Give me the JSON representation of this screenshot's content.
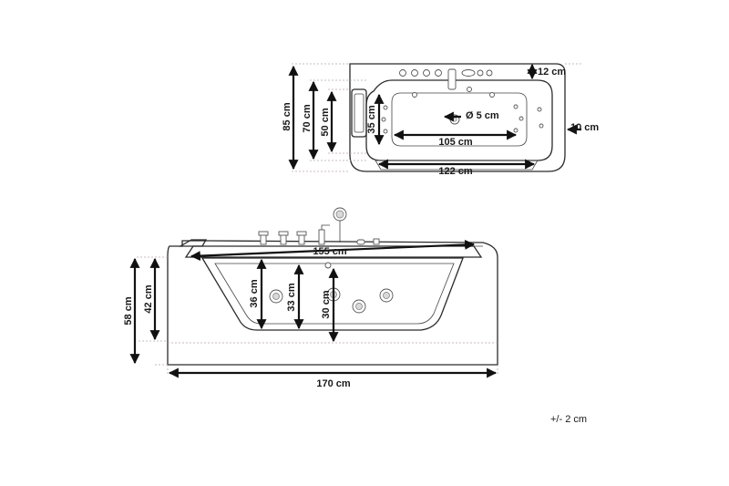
{
  "top_view": {
    "overall_width": "85 cm",
    "inner_width": "70 cm",
    "basin_width": "50 cm",
    "floor_width": "35 cm",
    "rim_top": "12 cm",
    "rim_side": "10 cm",
    "drain": "Ø 5 cm",
    "floor_length": "105 cm",
    "inner_length": "122 cm"
  },
  "side_view": {
    "total_height": "58 cm",
    "body_height": "42 cm",
    "depth_outer": "36 cm",
    "depth_mid": "33 cm",
    "depth_inner": "30 cm",
    "top_length": "155 cm",
    "overall_length": "170 cm"
  },
  "tolerance": "+/- 2 cm"
}
